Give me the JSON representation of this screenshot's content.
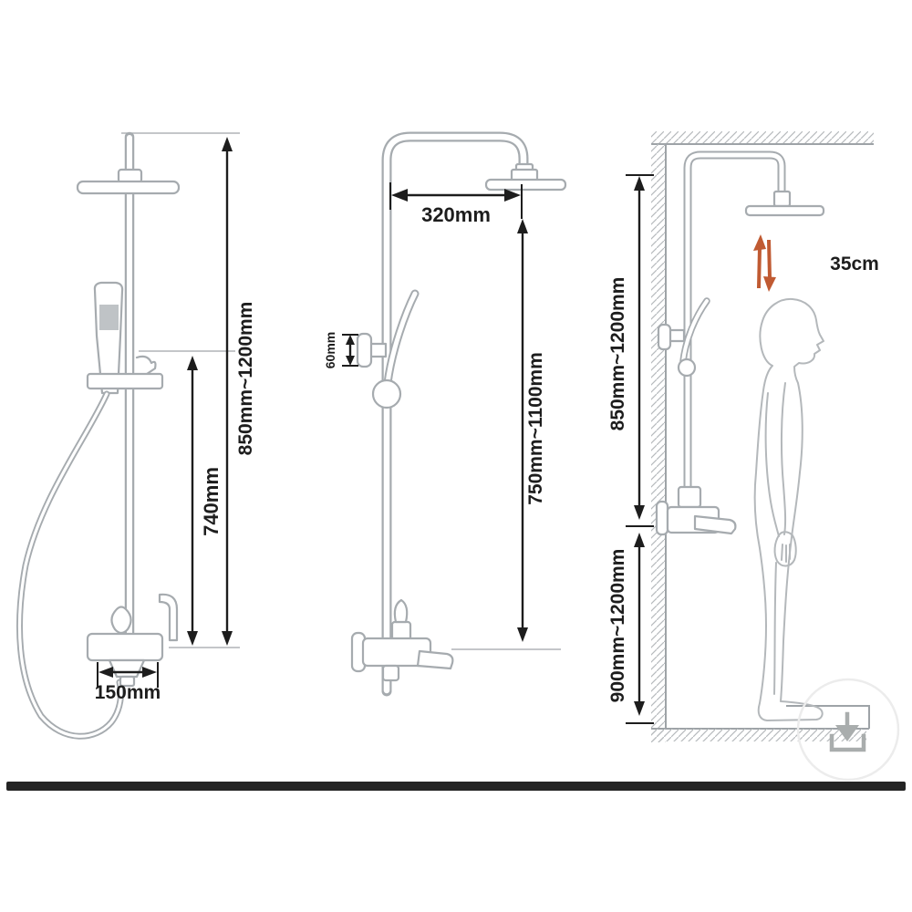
{
  "title": "shower-set-installation-dimensions",
  "colors": {
    "background": "#ffffff",
    "fixture_line": "#a6abaf",
    "dimension": "#1d1d1d",
    "accent_arrow": "#c05a32",
    "divider_bar": "#242424",
    "watermark": "#a9adad"
  },
  "side_view": {
    "overall_height": "850mm~1200mm",
    "hand_shower_height": "740mm",
    "valve_width": "150mm"
  },
  "front_view": {
    "head_offset": "320mm",
    "bracket_spacing": "60mm",
    "riser_height": "750mm~1100mm"
  },
  "install_view": {
    "upper_height": "850mm~1200mm",
    "valve_height": "900mm~1200mm",
    "head_clearance": "35cm"
  }
}
